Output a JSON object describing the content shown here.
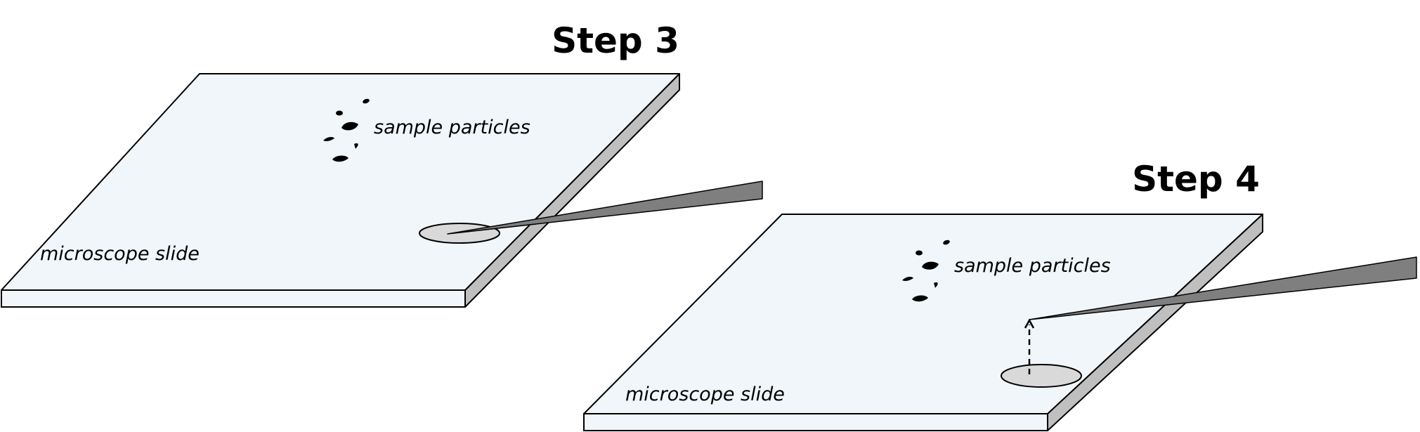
{
  "panels": [
    {
      "step_title": "Step 3",
      "slide_label": "microscope slide",
      "particle_label": "sample particles"
    },
    {
      "step_title": "Step 4",
      "slide_label": "microscope slide",
      "particle_label": "sample particles"
    }
  ],
  "colors": {
    "slide_surface": "#f1f6fa",
    "slide_edge": "#bfbfbf",
    "drop": "#d9d9d9",
    "needle": "#7f7f7f",
    "outline": "#000000"
  }
}
